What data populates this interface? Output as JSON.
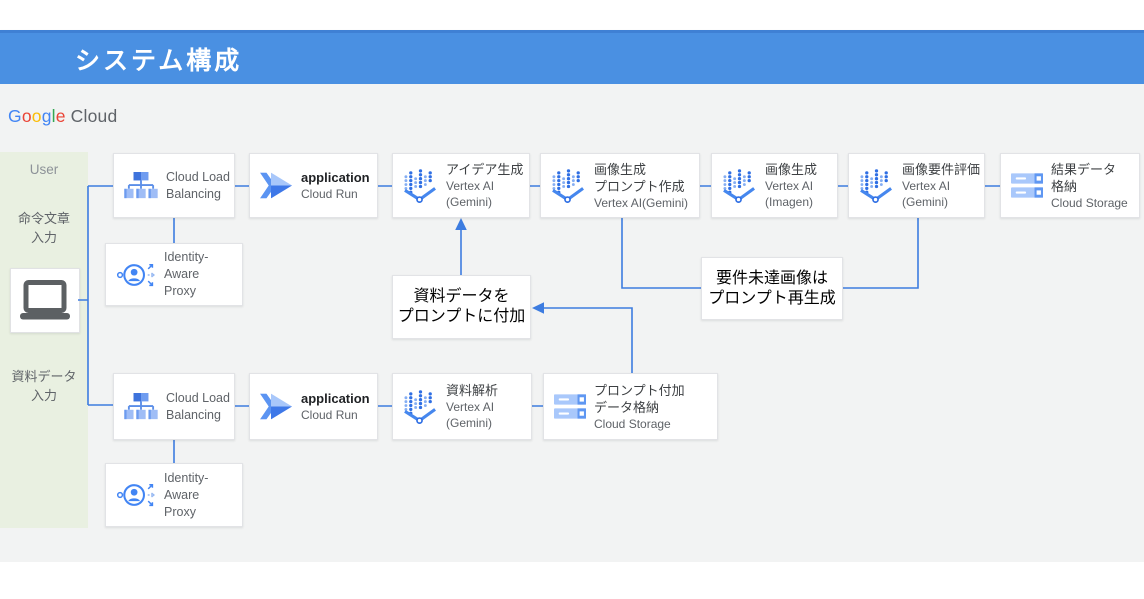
{
  "header": {
    "title": "システム構成"
  },
  "logo": {
    "letters": [
      {
        "ch": "G",
        "style": "color:#4285F4"
      },
      {
        "ch": "o",
        "style": "color:#EA4335"
      },
      {
        "ch": "o",
        "style": "color:#FBBC05"
      },
      {
        "ch": "g",
        "style": "color:#4285F4"
      },
      {
        "ch": "l",
        "style": "color:#34A853"
      },
      {
        "ch": "e",
        "style": "color:#EA4335"
      }
    ],
    "cloud": "Cloud"
  },
  "user_panel": {
    "title": "User",
    "top_label_line1": "命令文章",
    "top_label_line2": "入力",
    "bottom_label_line1": "資料データ",
    "bottom_label_line2": "入力",
    "device_icon": "laptop-icon"
  },
  "colors": {
    "header_blue": "#4A90E2",
    "accent_blue": "#4285F4",
    "connector_blue": "#3D7CE0",
    "panel_green": "#E9F0E1",
    "canvas_gray": "#F2F3F3"
  },
  "nodes": {
    "clb1": {
      "line1": "Cloud Load",
      "line2": "Balancing",
      "icon": "load-balancer-icon"
    },
    "run1": {
      "title": "application",
      "product": "Cloud Run",
      "icon": "cloud-run-icon"
    },
    "idea": {
      "title": "アイデア生成",
      "product1": "Vertex AI",
      "product2": "(Gemini)",
      "icon": "vertex-ai-icon"
    },
    "imgprompt": {
      "title1": "画像生成",
      "title2": "プロンプト作成",
      "product": "Vertex AI(Gemini)",
      "icon": "vertex-ai-icon"
    },
    "imagen": {
      "title": "画像生成",
      "product1": "Vertex AI",
      "product2": "(Imagen)",
      "icon": "vertex-ai-icon"
    },
    "eval": {
      "title": "画像要件評価",
      "product1": "Vertex AI",
      "product2": "(Gemini)",
      "icon": "vertex-ai-icon"
    },
    "result": {
      "title1": "結果データ",
      "title2": "格納",
      "product": "Cloud Storage",
      "icon": "cloud-storage-icon"
    },
    "iap1": {
      "line1": "Identity-Aware",
      "line2": "Proxy",
      "icon": "iap-icon"
    },
    "append_note": {
      "line1": "資料データを",
      "line2": "プロンプトに付加"
    },
    "regen_note": {
      "line1": "要件未達画像は",
      "line2": "プロンプト再生成"
    },
    "clb2": {
      "line1": "Cloud Load",
      "line2": "Balancing",
      "icon": "load-balancer-icon"
    },
    "run2": {
      "title": "application",
      "product": "Cloud Run",
      "icon": "cloud-run-icon"
    },
    "analyze": {
      "title": "資料解析",
      "product1": "Vertex AI",
      "product2": "(Gemini)",
      "icon": "vertex-ai-icon"
    },
    "storage2": {
      "title1": "プロンプト付加",
      "title2": "データ格納",
      "product": "Cloud Storage",
      "icon": "cloud-storage-icon"
    },
    "iap2": {
      "line1": "Identity-Aware",
      "line2": "Proxy",
      "icon": "iap-icon"
    }
  },
  "edges": [
    {
      "from": "user-device",
      "to": "clb1"
    },
    {
      "from": "user-device",
      "to": "clb2"
    },
    {
      "from": "clb1",
      "to": "run1"
    },
    {
      "from": "run1",
      "to": "idea"
    },
    {
      "from": "idea",
      "to": "imgprompt"
    },
    {
      "from": "imgprompt",
      "to": "imagen"
    },
    {
      "from": "imagen",
      "to": "eval"
    },
    {
      "from": "eval",
      "to": "result"
    },
    {
      "from": "clb1",
      "to": "iap1"
    },
    {
      "from": "clb2",
      "to": "iap2"
    },
    {
      "from": "clb2",
      "to": "run2"
    },
    {
      "from": "run2",
      "to": "analyze"
    },
    {
      "from": "analyze",
      "to": "storage2"
    },
    {
      "from": "storage2",
      "to": "append_note",
      "arrow": true
    },
    {
      "from": "append_note",
      "to": "idea",
      "arrow": true
    },
    {
      "from": "eval",
      "to": "regen_note"
    },
    {
      "from": "regen_note",
      "to": "imgprompt"
    }
  ]
}
